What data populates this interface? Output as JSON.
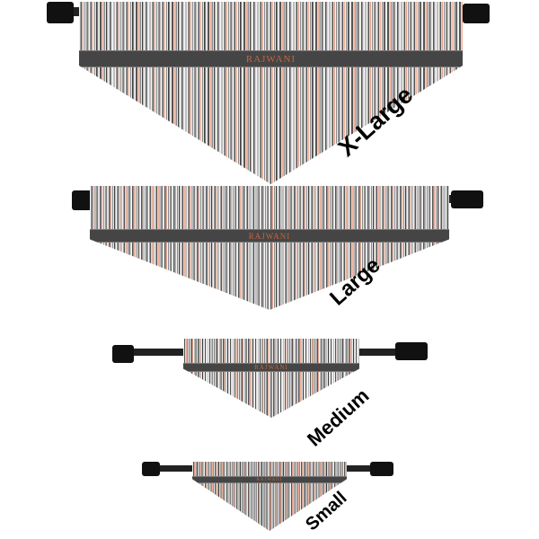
{
  "brand_text": "RAJWANI",
  "sizes": [
    {
      "label": "X-Large"
    },
    {
      "label": "Large"
    },
    {
      "label": "Medium"
    },
    {
      "label": "Small"
    }
  ],
  "colors": {
    "dark_stripe": "#454545",
    "accent_stripe": "#e96a3a",
    "light_stripe": "#f4f4f4",
    "strap": "#222222"
  }
}
